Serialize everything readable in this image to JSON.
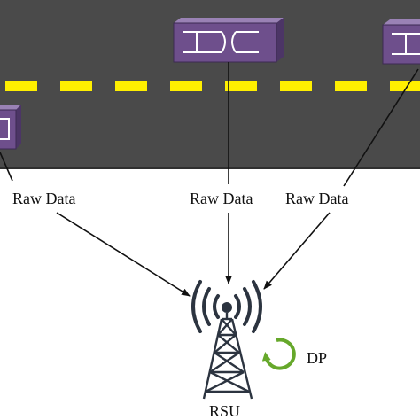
{
  "labels": {
    "raw_data_left": "Raw Data",
    "raw_data_middle": "Raw Data",
    "raw_data_right": "Raw Data",
    "process": "DP",
    "station": "RSU"
  },
  "colors": {
    "road": "#4a4a4a",
    "lane_marking": "#ffef00",
    "vehicle_fill": "#6e4f8c",
    "vehicle_outline": "#ffffff",
    "arrow": "#111111",
    "tower": "#2c3440",
    "cycle_arrow": "#66a82b"
  },
  "icons": [
    "vehicle-icon",
    "antenna-tower-icon",
    "signal-waves-icon",
    "refresh-cycle-icon"
  ]
}
